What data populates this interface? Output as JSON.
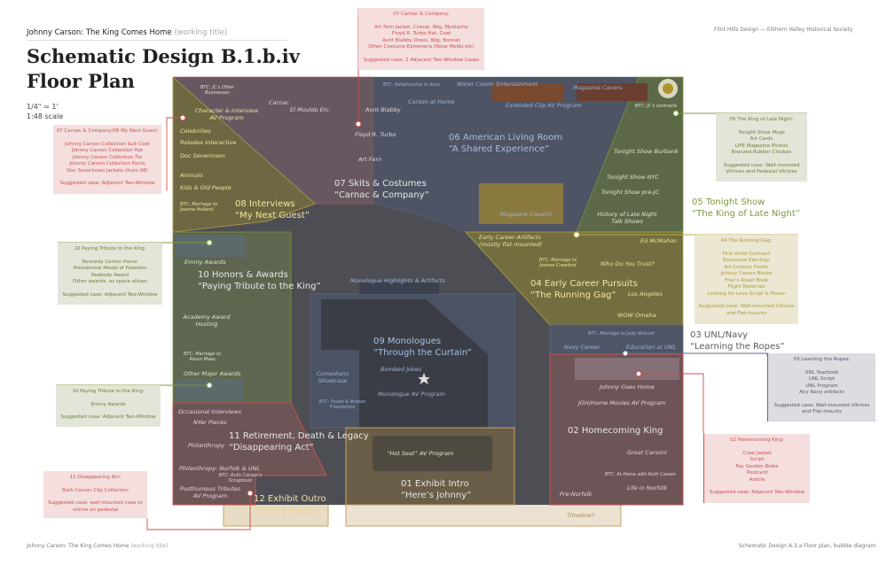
{
  "header": {
    "project": "Johnny Carson: The King Comes Home",
    "working": "(working title)",
    "title_line1": "Schematic Design B.1.b.iv",
    "title_line2": "Floor Plan",
    "scale_line1": "1/4\" = 1'",
    "scale_line2": "1:48 scale",
    "credit": "Flint Hills Design — Elkhorn Valley Historical Society"
  },
  "footer": {
    "left_project": "Johnny Carson: The King Comes Home",
    "left_working": "(working title)",
    "right": "Schematic Design A.3.a Floor plan, bubble diagram"
  },
  "colors": {
    "red": "#c8504e",
    "green": "#7a9a3a",
    "yellow": "#b8a84a",
    "slate": "#5c6a80",
    "tan": "#c9a060"
  },
  "zones": {
    "z01": {
      "num": "01 Exhibit Intro",
      "sub": "“Here’s Johnny”"
    },
    "z02": {
      "num": "02 Homecoming King"
    },
    "z03": {
      "num": "03 UNL/Navy",
      "sub": "“Learning the Ropes”"
    },
    "z04": {
      "num": "04 Early Career Pursuits",
      "sub": "“The Running Gag”"
    },
    "z05": {
      "num": "05 Tonight Show",
      "sub": "“The King of Late Night”"
    },
    "z06": {
      "num": "06 American Living Room",
      "sub": "“A Shared Experience”"
    },
    "z07": {
      "num": "07 Skits & Costumes",
      "sub": "“Carnac & Company”"
    },
    "z08": {
      "num": "08 Interviews",
      "sub": "“My Next Guest”"
    },
    "z09": {
      "num": "09 Monologues",
      "sub": "“Through the Curtain”"
    },
    "z10": {
      "num": "10 Honors & Awards",
      "sub": "“Paying Tribute to the King”"
    },
    "z11": {
      "num": "11 Retirement, Death & Legacy",
      "sub": "“Disappearing Act”"
    },
    "z12": {
      "num": "12 Exhibit Outro",
      "sub": "“Here’s Johnny”"
    }
  },
  "labels": {
    "btc_other_biz": "BTC: JC’s Other Businesses",
    "character_av": "Character & Interview AV Program",
    "carnac": "Carnac",
    "el_mouldo": "El Mouldo Etc.",
    "celebrities": "Celebrities",
    "rolodex": "Rolodex Interactive",
    "doc": "Doc Severinsen",
    "animals": "Animals",
    "kids": "Kids & Old People",
    "btc_joanna": "BTC: Marriage to Joanna Holland",
    "btc_sons": "BTC: Relationship to Sons",
    "water_cooler": "Water Cooler Entertainment",
    "carson_home": "Carson at Home",
    "aunt_blabby": "Aunt Blabby",
    "floyd": "Floyd R. Turbo",
    "art_fern": "Art Fern",
    "extended_clip": "Extended Clip AV Program",
    "magazine_covers": "Magazine Covers",
    "magazine_covers_q": "Magazine Covers?",
    "btc_contracts": "BTC: JC’s contracts",
    "ts_burbank": "Tonight Show Burbank",
    "ts_nyc": "Tonight Show NYC",
    "ts_prejc": "Tonight Show pre-JC",
    "history_late": "History of Late Night Talk Shows",
    "early_artifacts": "Early Career Artifacts (mostly flat mounted)",
    "btc_joanne": "BTC: Marriage to Joanne Crawford",
    "ed": "Ed McMahon",
    "who_trust": "Who Do You Trust?",
    "los_angeles": "Los Angeles",
    "wow_omaha": "WOW Omaha",
    "btc_jody": "BTC: Marriage to Jody Wolcott",
    "navy": "Navy Career",
    "education": "Education at UNL",
    "emmy": "Emmy Awards",
    "academy": "Academy Award Hosting",
    "btc_alexis": "BTC: Marriage to Alexis Maas",
    "other_awards": "Other Major Awards",
    "mono_highlights": "Monologue Highlights & Artifacts",
    "bombed": "Bombed Jokes",
    "mono_av": "Monologue AV Program",
    "comedians": "Comedians Showcase",
    "btc_feuds": "BTC: Feuds & Broken Friendships",
    "johnny_home": "Johnny Goes Home",
    "jgh_av": "JGH/Home Movies AV Program",
    "great_carsoni": "Great Carsoni",
    "btc_ruth_home": "BTC: At Home with Ruth Carson",
    "life_norfolk": "Life in Norfolk",
    "pre_norfolk": "Pre-Norfolk",
    "occasional": "Occasional Interviews",
    "nyer": "NYer Pieces",
    "philanthropy": "Philanthropy",
    "phil_norfolk": "Philanthropy: Norfolk & UNL",
    "btc_ruth_scrap": "BTC: Ruth Carson’s Scrapbook",
    "posthumous": "Posthumous Tributes AV Program",
    "hot_seat": "“Hot Seat” AV Program",
    "timeline": "Timeline?"
  },
  "callouts": {
    "c07_08": {
      "title": "07 Carnac & Company/08 My Next Guest:",
      "items": [
        "Johnny Carson Collection Suit Coat",
        "Johnny Carson Collection Hat",
        "Johnny Carson Collection Tie",
        "Johnny Carson Collection Pants",
        "Doc Severinsen Jackets (from 08)"
      ],
      "case": "Suggested case: Adjacent Two-Window"
    },
    "c07": {
      "title": "07 Carnac & Company:",
      "items": [
        "Art Fern Jacket, Cravat, Wig, Mustache",
        "Floyd R. Turbo Hat, Coat",
        "Aunt Blabby Dress, Wig, Bonnet",
        "Other Costume Ephemera (Nose Molds etc)"
      ],
      "case": "Suggested case: 2 Adjacent Two-Window Cases"
    },
    "c05": {
      "title": "05 The King of Late Night:",
      "items": [
        "Tonight Show Mugs",
        "Art Cards",
        "LIFE Magazine Photos",
        "Bronzed Rubber Chicken"
      ],
      "case": "Suggested case: Wall-mounted Vitrines and Pedestal Vitrines"
    },
    "c10a": {
      "title": "10 Paying Tribute to the King:",
      "items": [
        "Kennedy Center Honor",
        "Presidential Medal of Freedom",
        "Peabody Award",
        "Other awards, as space allows"
      ],
      "case": "Suggested case: Adjacent Two-Window"
    },
    "c04": {
      "title": "04 The Running Gag:",
      "items": [
        "First Artist Contract",
        "Employee Earnings",
        "Art Contest Poster",
        "Johnny Carson Books",
        "Friar’s Roast Book",
        "Flight Materials",
        "Looking for Love Script & Poster"
      ],
      "case": "Suggested case: Wall-mounted Vitrines and Flat-mounts"
    },
    "c03": {
      "title": "03 Learning the Ropes:",
      "items": [
        "UNL Yearbook",
        "UNL Script",
        "UNL Program",
        "Any Navy artifacts"
      ],
      "case": "Suggested case: Wall-mounted Vitrines and Flat-mounts"
    },
    "c10b": {
      "title": "10 Paying Tribute to the King:",
      "items": [
        "Emmy Awards"
      ],
      "case": "Suggested case: Adjacent Two-Window"
    },
    "c02": {
      "title": "02 Homecoming King:",
      "items": [
        "Crew Jacket",
        "Script",
        "Fay Gordon Rolex",
        "Postcard",
        "Article"
      ],
      "case": "Suggested case: Adjacent Two-Window"
    },
    "c11": {
      "title": "11 Disappearing Act:",
      "items": [
        "Ruth Carson Clip Collection"
      ],
      "case": "Suggested case: wall-mounted case or vitrine on pedestal"
    }
  }
}
